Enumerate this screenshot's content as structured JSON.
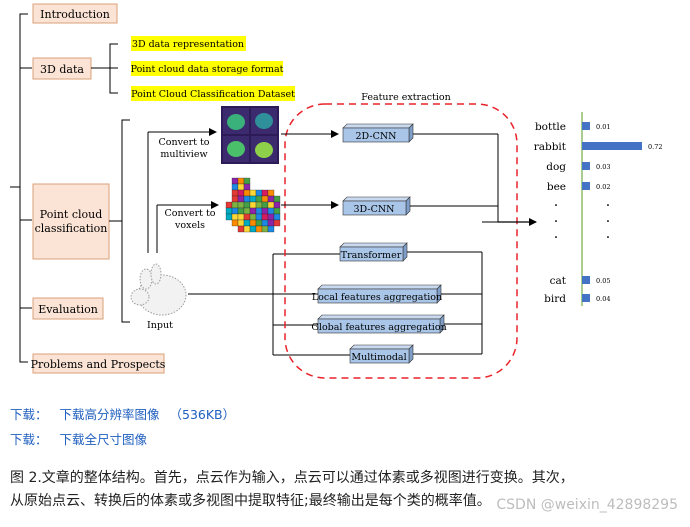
{
  "diagram": {
    "nodes": {
      "introduction": "Introduction",
      "data3d": "3D data",
      "point_cloud_classification": [
        "Point cloud",
        "classification"
      ],
      "evaluation": "Evaluation",
      "problems": "Problems and Prospects",
      "data_repr": "3D data representation",
      "storage_format": "Point cloud data storage format",
      "classification_dataset": "Point Cloud Classification Dataset",
      "convert_multiview": [
        "Convert to",
        "multiview"
      ],
      "convert_voxels": [
        "Convert to",
        "voxels"
      ],
      "input": "Input",
      "feature_extraction": "Feature extraction",
      "cnn2d": "2D-CNN",
      "cnn3d": "3D-CNN",
      "transformer": "Transformer",
      "local_agg": "Local features aggregation",
      "global_agg": "Global features aggregation",
      "multimodal": "Multimodal"
    },
    "colors": {
      "box_fill": "#fbe4d5",
      "box_stroke": "#d9a17a",
      "yellow": "#ffff00",
      "blue_box": "#a9c6e8",
      "dashed": "#e8232a",
      "bar": "#4472c4",
      "axis": "#70ad47"
    }
  },
  "chart_data": {
    "type": "bar",
    "orientation": "horizontal",
    "categories": [
      "bottle",
      "rabbit",
      "dog",
      "bee",
      "cat",
      "bird"
    ],
    "values": [
      0.01,
      0.72,
      0.03,
      0.02,
      0.05,
      0.04
    ],
    "value_labels": [
      "0.01",
      "0.72",
      "0.03",
      "0.02",
      "0.05",
      "0.04"
    ],
    "ellipsis": "·"
  },
  "links": {
    "label": "下载：",
    "high_res": "下载高分辨率图像",
    "size": "（536KB）",
    "full_size": "下载全尺寸图像"
  },
  "caption": {
    "line1": "图 2.文章的整体结构。首先，点云作为输入，点云可以通过体素或多视图进行变换。其次，",
    "line2": "从原始点云、转换后的体素或多视图中提取特征;最终输出是每个类的概率值。"
  },
  "watermark": "CSDN @weixin_42898295"
}
